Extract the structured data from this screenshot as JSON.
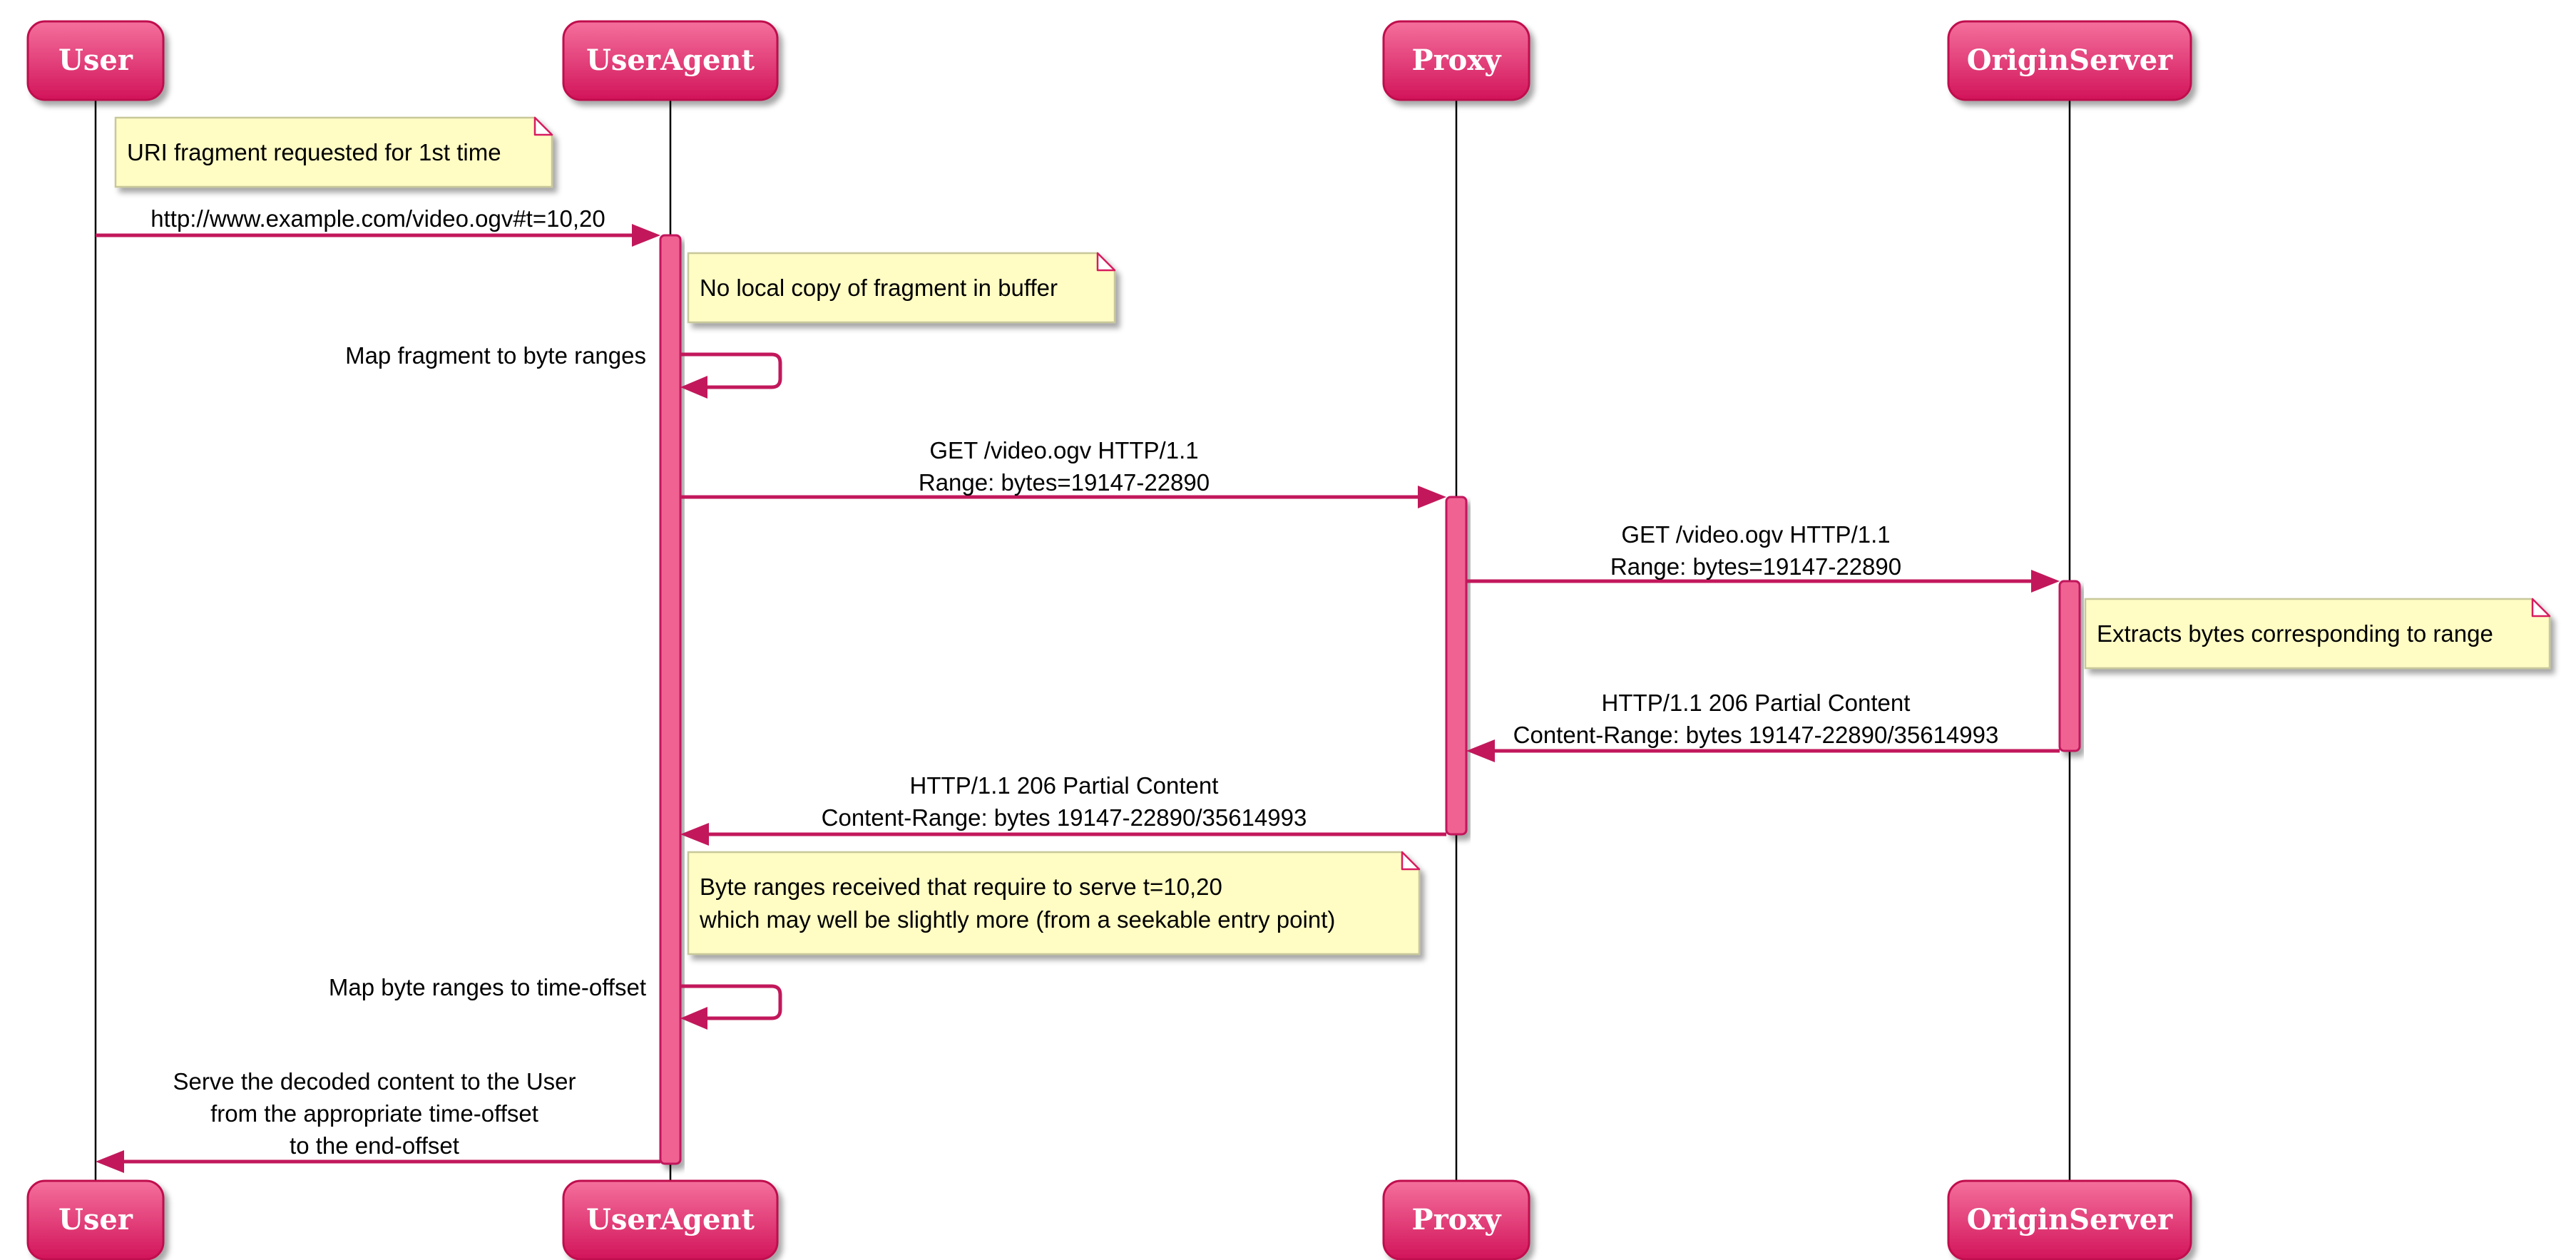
{
  "diagram": {
    "type": "sequence",
    "colors": {
      "participant_top": "#f4709c",
      "participant_bottom": "#d2145a",
      "participant_border": "#c0104e",
      "activation": "#f06292",
      "arrow": "#c2185b",
      "note_bg": "#fffcc4",
      "note_border": "#c8c89a",
      "lifeline": "#000000"
    },
    "participants": [
      {
        "name": "User"
      },
      {
        "name": "UserAgent"
      },
      {
        "name": "Proxy"
      },
      {
        "name": "OriginServer"
      }
    ],
    "notes": [
      {
        "lines": [
          "URI fragment requested for 1st time"
        ]
      },
      {
        "lines": [
          "No local copy of fragment in buffer"
        ]
      },
      {
        "lines": [
          "Extracts bytes corresponding to range"
        ]
      },
      {
        "lines": [
          "Byte ranges received that require to serve t=10,20",
          "which may well be slightly more (from a seekable entry point)"
        ]
      }
    ],
    "messages": [
      {
        "from": "User",
        "to": "UserAgent",
        "lines": [
          "http://www.example.com/video.ogv#t=10,20"
        ]
      },
      {
        "from": "UserAgent",
        "to": "UserAgent",
        "lines": [
          "Map fragment to byte ranges"
        ]
      },
      {
        "from": "UserAgent",
        "to": "Proxy",
        "lines": [
          "GET /video.ogv HTTP/1.1",
          "Range: bytes=19147-22890"
        ]
      },
      {
        "from": "Proxy",
        "to": "OriginServer",
        "lines": [
          "GET /video.ogv HTTP/1.1",
          "Range: bytes=19147-22890"
        ]
      },
      {
        "from": "OriginServer",
        "to": "Proxy",
        "lines": [
          "HTTP/1.1 206 Partial Content",
          "Content-Range: bytes 19147-22890/35614993"
        ]
      },
      {
        "from": "Proxy",
        "to": "UserAgent",
        "lines": [
          "HTTP/1.1 206 Partial Content",
          "Content-Range: bytes 19147-22890/35614993"
        ]
      },
      {
        "from": "UserAgent",
        "to": "UserAgent",
        "lines": [
          "Map byte ranges to time-offset"
        ]
      },
      {
        "from": "UserAgent",
        "to": "User",
        "lines": [
          "Serve the decoded content to the User",
          "from the appropriate time-offset",
          "to the end-offset"
        ]
      }
    ]
  }
}
